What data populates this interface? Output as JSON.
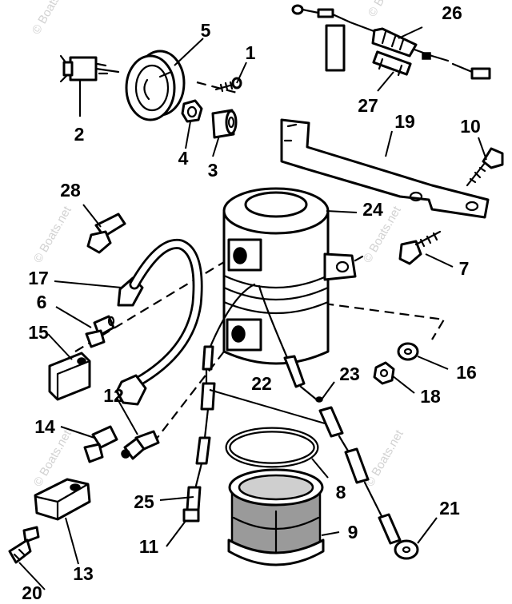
{
  "diagram": {
    "watermark": "© Boats.net",
    "callouts": [
      "1",
      "2",
      "3",
      "4",
      "5",
      "6",
      "7",
      "8",
      "9",
      "10",
      "11",
      "12",
      "13",
      "14",
      "15",
      "16",
      "17",
      "18",
      "19",
      "20",
      "21",
      "22",
      "23",
      "24",
      "25",
      "26",
      "27",
      "28"
    ]
  }
}
